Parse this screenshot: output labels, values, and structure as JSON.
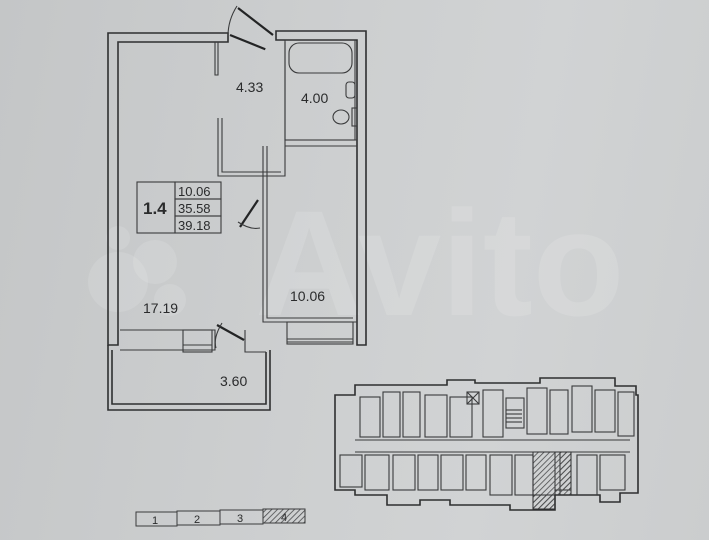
{
  "plan": {
    "apartment_number": "1.4",
    "summary": {
      "living_area": "10.06",
      "total_area": "35.58",
      "total_with_balcony": "39.18"
    },
    "rooms": [
      {
        "id": "hall",
        "area": "4.33"
      },
      {
        "id": "bathroom",
        "area": "4.00"
      },
      {
        "id": "kitchen-living",
        "area": "17.19"
      },
      {
        "id": "bedroom",
        "area": "10.06"
      },
      {
        "id": "balcony",
        "area": "3.60"
      }
    ]
  },
  "sections": {
    "items": [
      {
        "label": "1"
      },
      {
        "label": "2"
      },
      {
        "label": "3"
      },
      {
        "label": "4",
        "selected": true
      }
    ]
  },
  "watermark": {
    "text": "Avito"
  },
  "colors": {
    "background": "#c9cbcc",
    "lines": "#2e2f30",
    "highlight_hatch": "#4a4b4c"
  }
}
